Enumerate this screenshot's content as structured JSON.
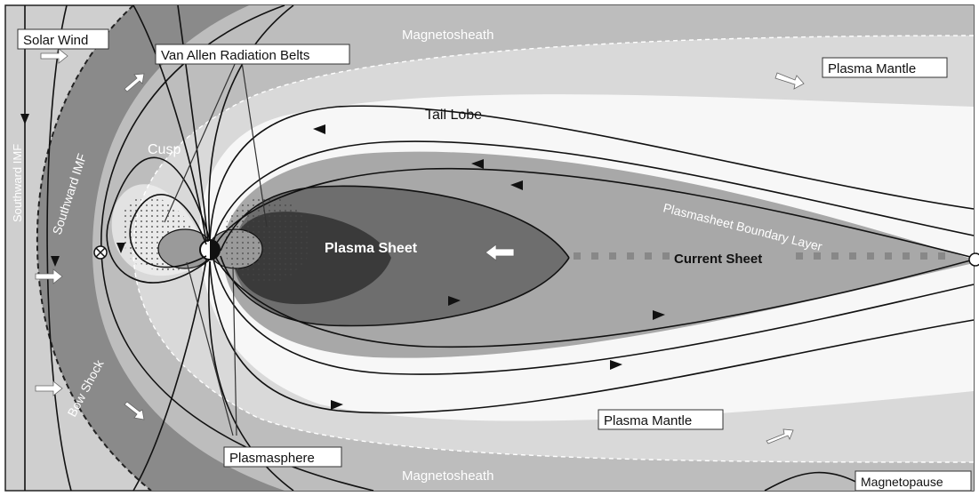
{
  "labels": {
    "solar_wind": "Solar Wind",
    "van_allen": "Van Allen Radiation Belts",
    "magnetosheath_top": "Magnetosheath",
    "magnetosheath_bottom": "Magnetosheath",
    "plasma_mantle_top": "Plasma Mantle",
    "plasma_mantle_bottom": "Plasma Mantle",
    "tail_lobe": "Tail Lobe",
    "cusp": "Cusp",
    "southward_imf_left": "Southward IMF",
    "southward_imf_inner": "Southward IMF",
    "plasma_sheet": "Plasma Sheet",
    "plasma_sheet_boundary_layer": "Plasmasheet Boundary Layer",
    "current_sheet": "Current Sheet",
    "bow_shock": "Bow Shock",
    "plasmasphere": "Plasmasphere",
    "magnetopause": "Magnetopause"
  },
  "colors": {
    "solar_wind_region": "#cfcfcf",
    "bow_shock_band": "#8a8a8a",
    "magnetosheath": "#bdbdbd",
    "plasma_mantle": "#d9d9d9",
    "tail_lobe": "#f7f7f7",
    "boundary_layer": "#a8a8a8",
    "plasma_sheet": "#6e6e6e",
    "inner_sheet": "#3a3a3a",
    "plasmasphere": "#9a9a9a"
  }
}
